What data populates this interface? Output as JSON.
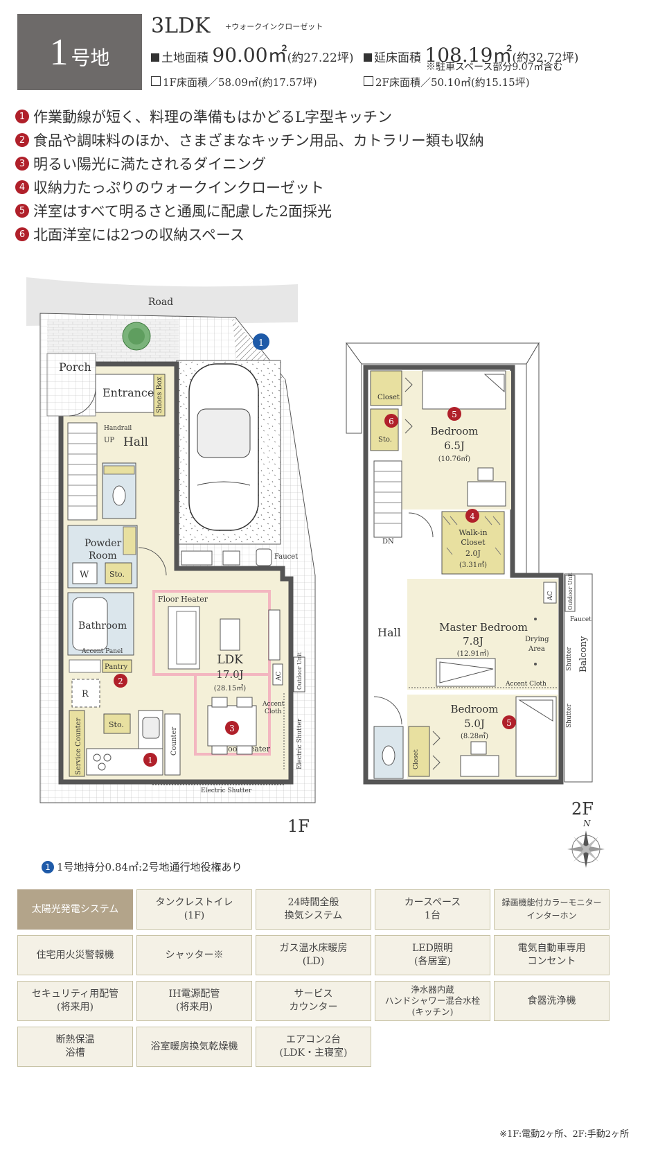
{
  "header": {
    "lot_number": "1",
    "lot_suffix": "号地",
    "layout_type": "3LDK",
    "layout_extra": "+ウォークインクローゼット",
    "land_area_label": "土地面積",
    "land_area_value": "90.00㎡",
    "land_area_tsubo": "(約27.22坪)",
    "floor_area_label": "延床面積",
    "floor_area_value": "108.19㎡",
    "floor_area_tsubo": "(約32.72坪)",
    "parking_note": "※駐車スペース部分9.07㎡含む",
    "first_floor_area": "1F床面積／58.09㎡(約17.57坪)",
    "second_floor_area": "2F床面積／50.10㎡(約15.15坪)"
  },
  "features": [
    {
      "num": "1",
      "text": "作業動線が短く、料理の準備もはかどるL字型キッチン"
    },
    {
      "num": "2",
      "text": "食品や調味料のほか、さまざまなキッチン用品、カトラリー類も収納"
    },
    {
      "num": "3",
      "text": "明るい陽光に満たされるダイニング"
    },
    {
      "num": "4",
      "text": "収納力たっぷりのウォークインクローゼット"
    },
    {
      "num": "5",
      "text": "洋室はすべて明るさと通風に配慮した2面採光"
    },
    {
      "num": "6",
      "text": "北面洋室には2つの収納スペース"
    }
  ],
  "plan_1f": {
    "floor_label": "1F",
    "road": "Road",
    "porch": "Porch",
    "entrance": "Entrance",
    "shoes_box": "Shoes Box",
    "handrail": "Handrail",
    "up": "UP",
    "hall": "Hall",
    "powder_room_1": "Powder",
    "powder_room_2": "Room",
    "w": "W",
    "sto": "Sto.",
    "bathroom": "Bathroom",
    "accent_panel": "Accent Panel",
    "pantry": "Pantry",
    "r": "R",
    "service_counter": "Service Counter",
    "counter": "Counter",
    "sto_kitchen": "Sto.",
    "faucet": "Faucet",
    "floor_heater_top": "Floor Heater",
    "floor_heater_bottom": "Floor Heater",
    "ldk": "LDK",
    "ldk_size": "17.0J",
    "ldk_area": "(28.15㎡)",
    "ac": "AC",
    "outdoor_unit": "Outdoor Unit",
    "accent_cloth_1": "Accent",
    "accent_cloth_2": "Cloth",
    "electric_shutter_side": "Electric Shutter",
    "electric_shutter_bottom": "Electric Shutter",
    "marker_1": "1",
    "marker_2": "2",
    "marker_3": "3",
    "marker_blue": "1"
  },
  "plan_2f": {
    "floor_label": "2F",
    "north": "N",
    "closet": "Closet",
    "sto": "Sto.",
    "bedroom_a": "Bedroom",
    "bedroom_a_size": "6.5J",
    "bedroom_a_area": "(10.76㎡)",
    "dn": "DN",
    "wic_1": "Walk-in",
    "wic_2": "Closet",
    "wic_size": "2.0J",
    "wic_area": "(3.31㎡)",
    "hall": "Hall",
    "master": "Master Bedroom",
    "master_size": "7.8J",
    "master_area": "(12.91㎡)",
    "drying_1": "Drying",
    "drying_2": "Area",
    "accent_cloth": "Accent Cloth",
    "ac": "AC",
    "outdoor_unit": "Outdoor Unit",
    "faucet": "Faucet",
    "shutter_1": "Shutter",
    "shutter_2": "Shutter",
    "balcony": "Balcony",
    "bedroom_b": "Bedroom",
    "bedroom_b_size": "5.0J",
    "bedroom_b_area": "(8.28㎡)",
    "closet_b": "Closet",
    "marker_4": "4",
    "marker_5a": "5",
    "marker_5b": "5",
    "marker_6": "6"
  },
  "easement_note": {
    "num": "1",
    "text": "1号地持分0.84㎡:2号地通行地役権あり"
  },
  "equipment": [
    {
      "line1": "太陽光発電システム",
      "line2": "",
      "highlight": true
    },
    {
      "line1": "タンクレストイレ",
      "line2": "(1F)",
      "highlight": false
    },
    {
      "line1": "24時間全般",
      "line2": "換気システム",
      "highlight": false
    },
    {
      "line1": "カースペース",
      "line2": "1台",
      "highlight": false
    },
    {
      "line1": "録画機能付カラーモニター",
      "line2": "インターホン",
      "highlight": false
    },
    {
      "line1": "住宅用火災警報機",
      "line2": "",
      "highlight": false
    },
    {
      "line1": "シャッター※",
      "line2": "",
      "highlight": false
    },
    {
      "line1": "ガス温水床暖房",
      "line2": "(LD)",
      "highlight": false
    },
    {
      "line1": "LED照明",
      "line2": "(各居室)",
      "highlight": false
    },
    {
      "line1": "電気自動車専用",
      "line2": "コンセント",
      "highlight": false
    },
    {
      "line1": "セキュリティ用配管",
      "line2": "(将来用)",
      "highlight": false
    },
    {
      "line1": "IH電源配管",
      "line2": "(将来用)",
      "highlight": false
    },
    {
      "line1": "サービス",
      "line2": "カウンター",
      "highlight": false
    },
    {
      "line1": "浄水器内蔵",
      "line2": "ハンドシャワー混合水栓",
      "line3": "(キッチン)",
      "highlight": false
    },
    {
      "line1": "食器洗浄機",
      "line2": "",
      "highlight": false
    },
    {
      "line1": "断熱保温",
      "line2": "浴槽",
      "highlight": false
    },
    {
      "line1": "浴室暖房換気乾燥機",
      "line2": "",
      "highlight": false
    },
    {
      "line1": "エアコン2台",
      "line2": "(LDK・主寝室)",
      "highlight": false
    }
  ],
  "footnote": "※1F:電動2ヶ所、2F:手動2ヶ所",
  "colors": {
    "badge": "#6d6a69",
    "marker_red": "#b0202a",
    "marker_blue": "#1e5aa8",
    "floor_beige": "#f4f0d8",
    "wet_blue": "#dbe6ec",
    "storage_yellow": "#e8e0a0",
    "heater_pink": "#f3b6c0",
    "equipment_bg": "#f4f1e6",
    "equipment_hl": "#b3a48a"
  }
}
